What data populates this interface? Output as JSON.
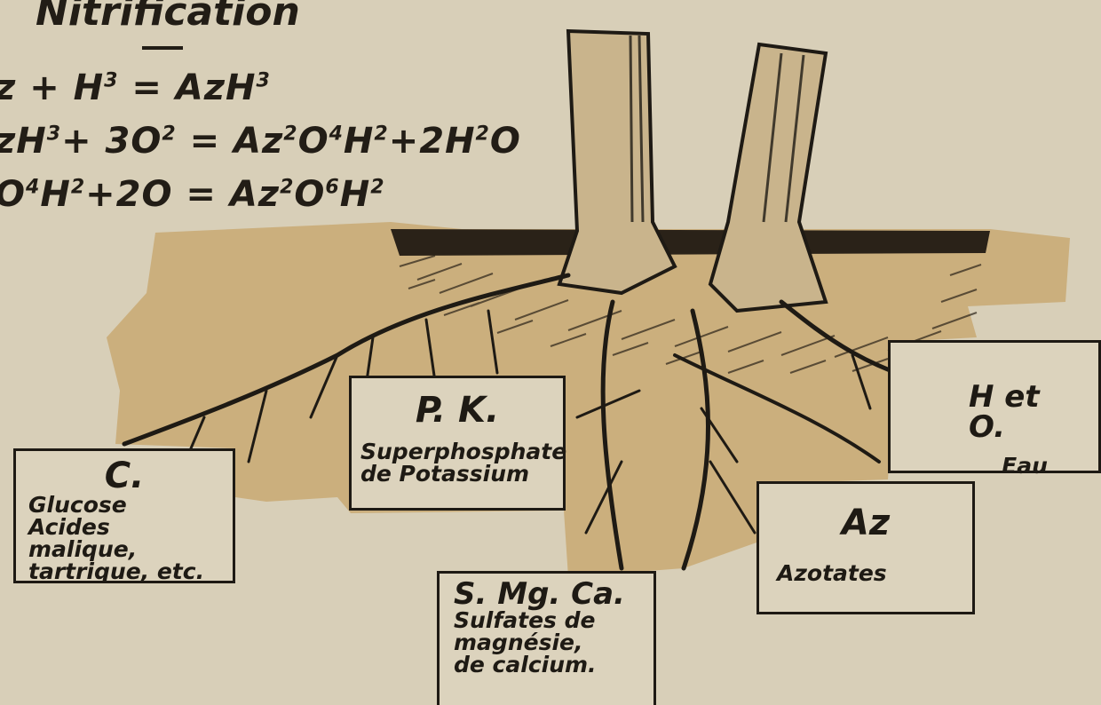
{
  "title": "Nitrification",
  "formulas": [
    {
      "parts": [
        "z + H",
        "3",
        " =  AzH",
        "3",
        ""
      ]
    },
    {
      "parts": [
        "zH",
        "3",
        "+ 3O",
        "2",
        " = Az",
        "2",
        "O",
        "4",
        "H",
        "2",
        "+2H",
        "2",
        "O"
      ]
    },
    {
      "parts": [
        "O",
        "4",
        "H",
        "2",
        "+2O = Az",
        "2",
        "O",
        "6",
        "H",
        "2"
      ]
    }
  ],
  "boxes": {
    "carbon": {
      "head": "C.",
      "lines": [
        "Glucose",
        "Acides malique,",
        "tartrique, etc."
      ]
    },
    "pk": {
      "head": "P. K.",
      "lines": [
        "Superphosphate",
        "de Potassium"
      ]
    },
    "smgca": {
      "head": "S. Mg. Ca.",
      "lines": [
        "Sulfates de",
        "magnésie,",
        "de calcium."
      ]
    },
    "az": {
      "head": "Az",
      "lines": [
        "Azotates"
      ]
    },
    "h_o": {
      "head": "H et O.",
      "lines": [
        "Eau"
      ]
    }
  },
  "colors": {
    "paper": "#d8cfb8",
    "soil_stain": "#c7a46a",
    "ink": "#1e1a14"
  }
}
